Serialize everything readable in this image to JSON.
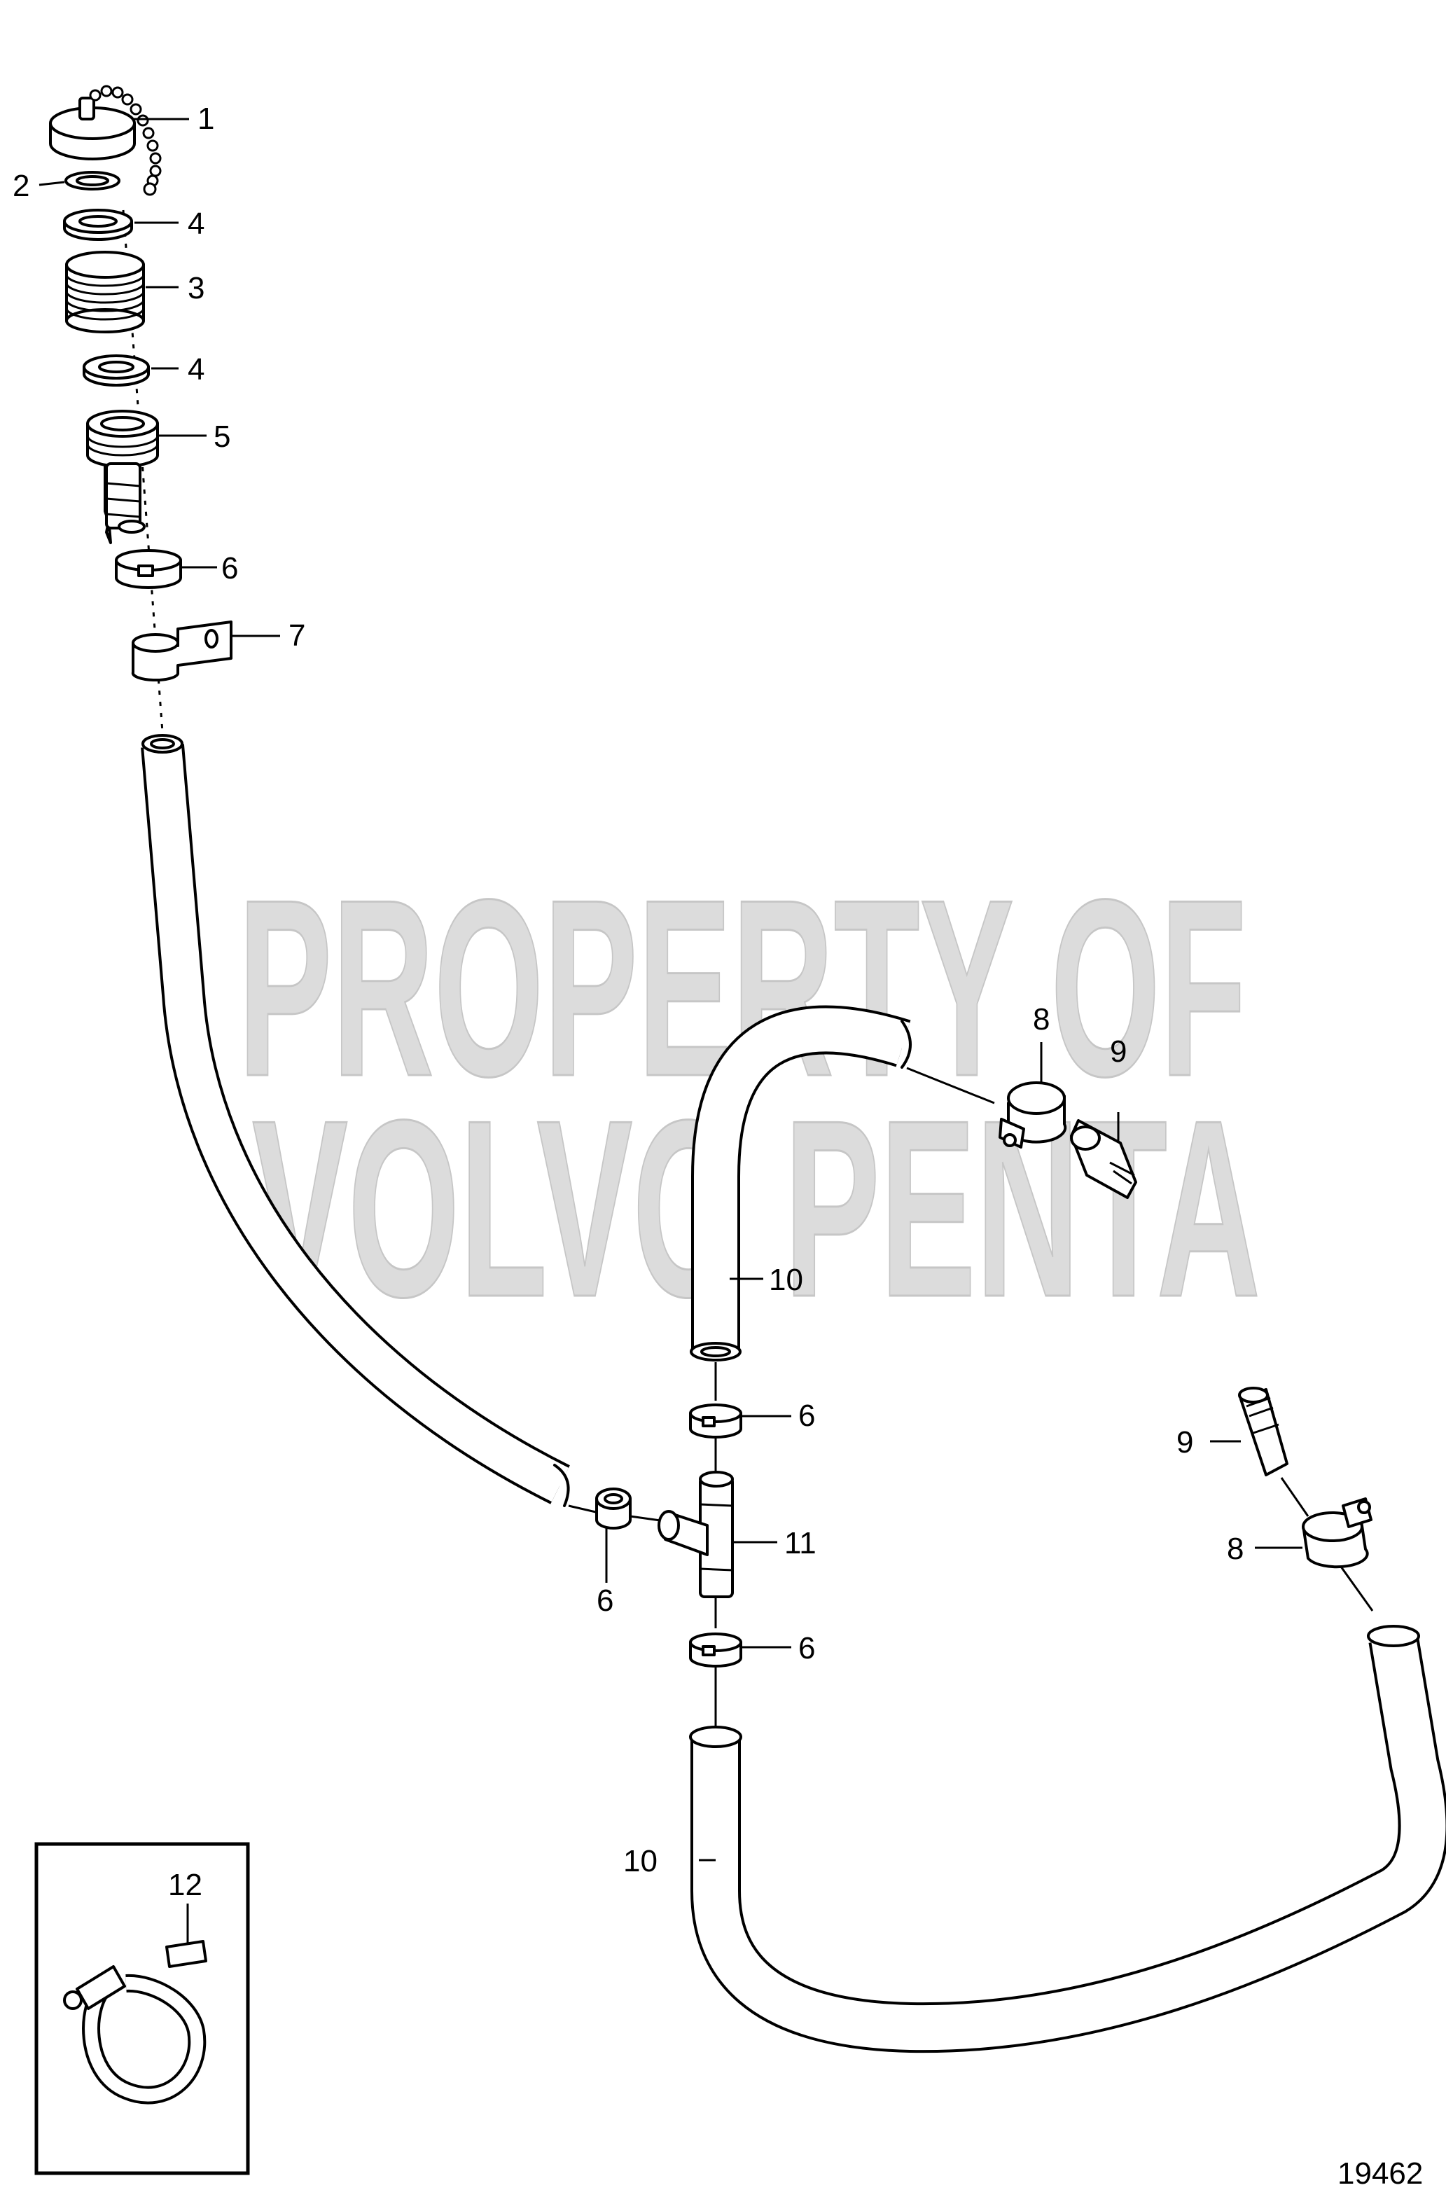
{
  "watermark": {
    "line1": "PROPERTY OF",
    "line2": "VOLVO PENTA",
    "fill": "#dcdcdc",
    "stroke": "#c6c6c6"
  },
  "drawing_number": "19462",
  "callouts": {
    "c1": "1",
    "c2": "2",
    "c3": "3",
    "c4a": "4",
    "c4b": "4",
    "c5": "5",
    "c6a": "6",
    "c6b": "6",
    "c6c": "6",
    "c6d": "6",
    "c7": "7",
    "c8a": "8",
    "c8b": "8",
    "c9a": "9",
    "c9b": "9",
    "c10a": "10",
    "c10b": "10",
    "c11": "11",
    "c12": "12"
  },
  "colors": {
    "line": "#000000",
    "background": "#ffffff"
  }
}
